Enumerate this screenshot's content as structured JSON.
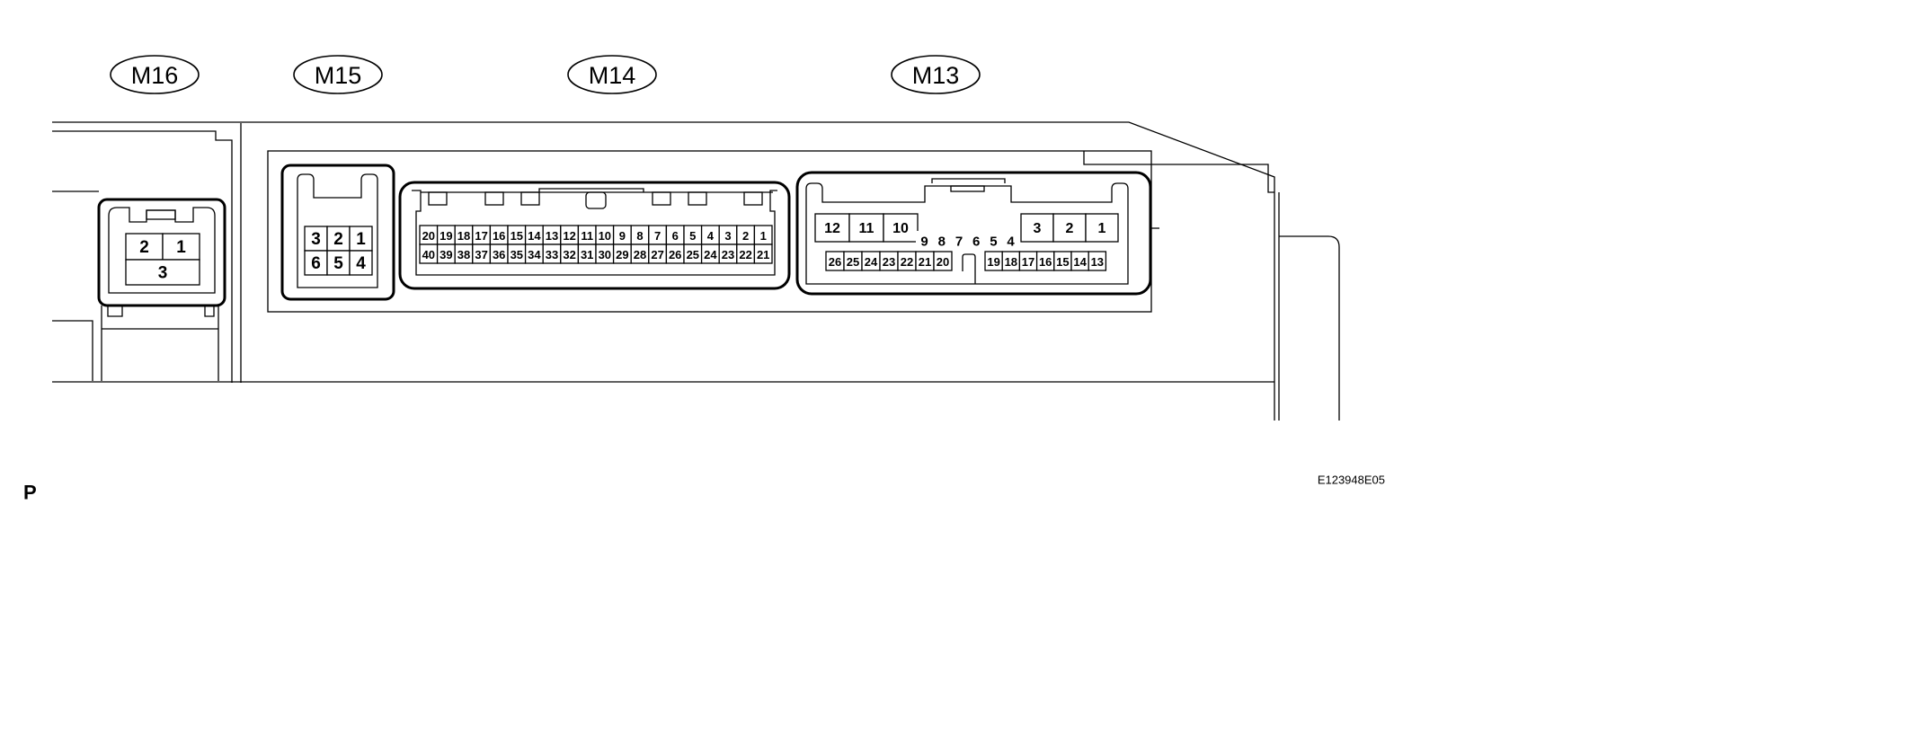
{
  "connectors": [
    {
      "id": "m16",
      "label": "M16",
      "rows": [
        [
          "2",
          "1"
        ],
        [
          "3"
        ]
      ]
    },
    {
      "id": "m15",
      "label": "M15",
      "rows": [
        [
          "3",
          "2",
          "1"
        ],
        [
          "6",
          "5",
          "4"
        ]
      ]
    },
    {
      "id": "m14",
      "label": "M14",
      "rows": [
        [
          "20",
          "19",
          "18",
          "17",
          "16",
          "15",
          "14",
          "13",
          "12",
          "11",
          "10",
          "9",
          "8",
          "7",
          "6",
          "5",
          "4",
          "3",
          "2",
          "1"
        ],
        [
          "40",
          "39",
          "38",
          "37",
          "36",
          "35",
          "34",
          "33",
          "32",
          "31",
          "30",
          "29",
          "28",
          "27",
          "26",
          "25",
          "24",
          "23",
          "22",
          "21"
        ]
      ]
    },
    {
      "id": "m13",
      "label": "M13",
      "rows": [
        [
          "12",
          "11",
          "10"
        ],
        [
          "9",
          "8",
          "7",
          "6",
          "5",
          "4"
        ],
        [
          "3",
          "2",
          "1"
        ],
        [
          "26",
          "25",
          "24",
          "23",
          "22",
          "21",
          "20"
        ],
        [
          "19",
          "18",
          "17",
          "16",
          "15",
          "14",
          "13"
        ]
      ]
    }
  ],
  "view_label": "P",
  "figure_code": "E123948E05"
}
